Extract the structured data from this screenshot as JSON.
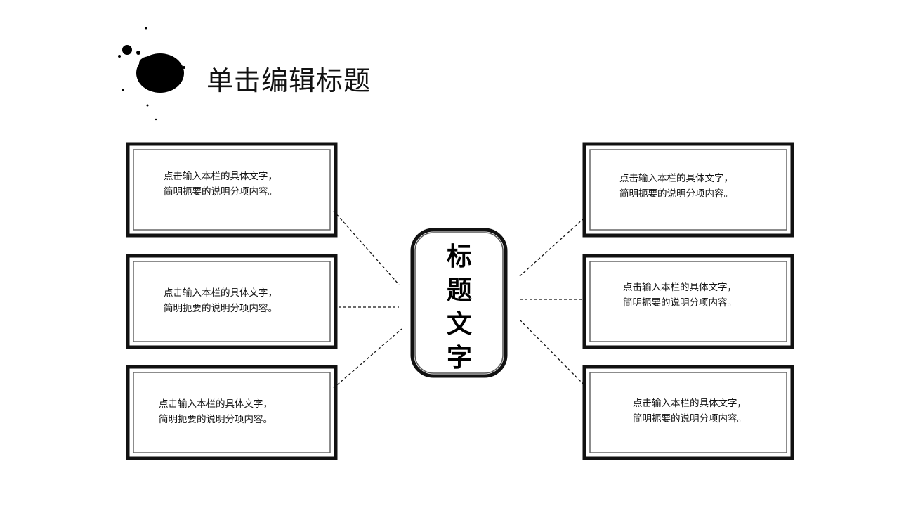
{
  "slide": {
    "title": "单击编辑标题",
    "center": {
      "chars": [
        "标",
        "题",
        "文",
        "字"
      ]
    },
    "boxes": [
      {
        "line1": "点击输入本栏的具体文字，",
        "line2": "简明扼要的说明分项内容。"
      },
      {
        "line1": "点击输入本栏的具体文字，",
        "line2": "简明扼要的说明分项内容。"
      },
      {
        "line1": "点击输入本栏的具体文字，",
        "line2": "简明扼要的说明分项内容。"
      },
      {
        "line1": "点击输入本栏的具体文字，",
        "line2": "简明扼要的说明分项内容。"
      },
      {
        "line1": "点击输入本栏的具体文字，",
        "line2": "简明扼要的说明分项内容。"
      },
      {
        "line1": "点击输入本栏的具体文字，",
        "line2": "简明扼要的说明分项内容。"
      }
    ]
  }
}
